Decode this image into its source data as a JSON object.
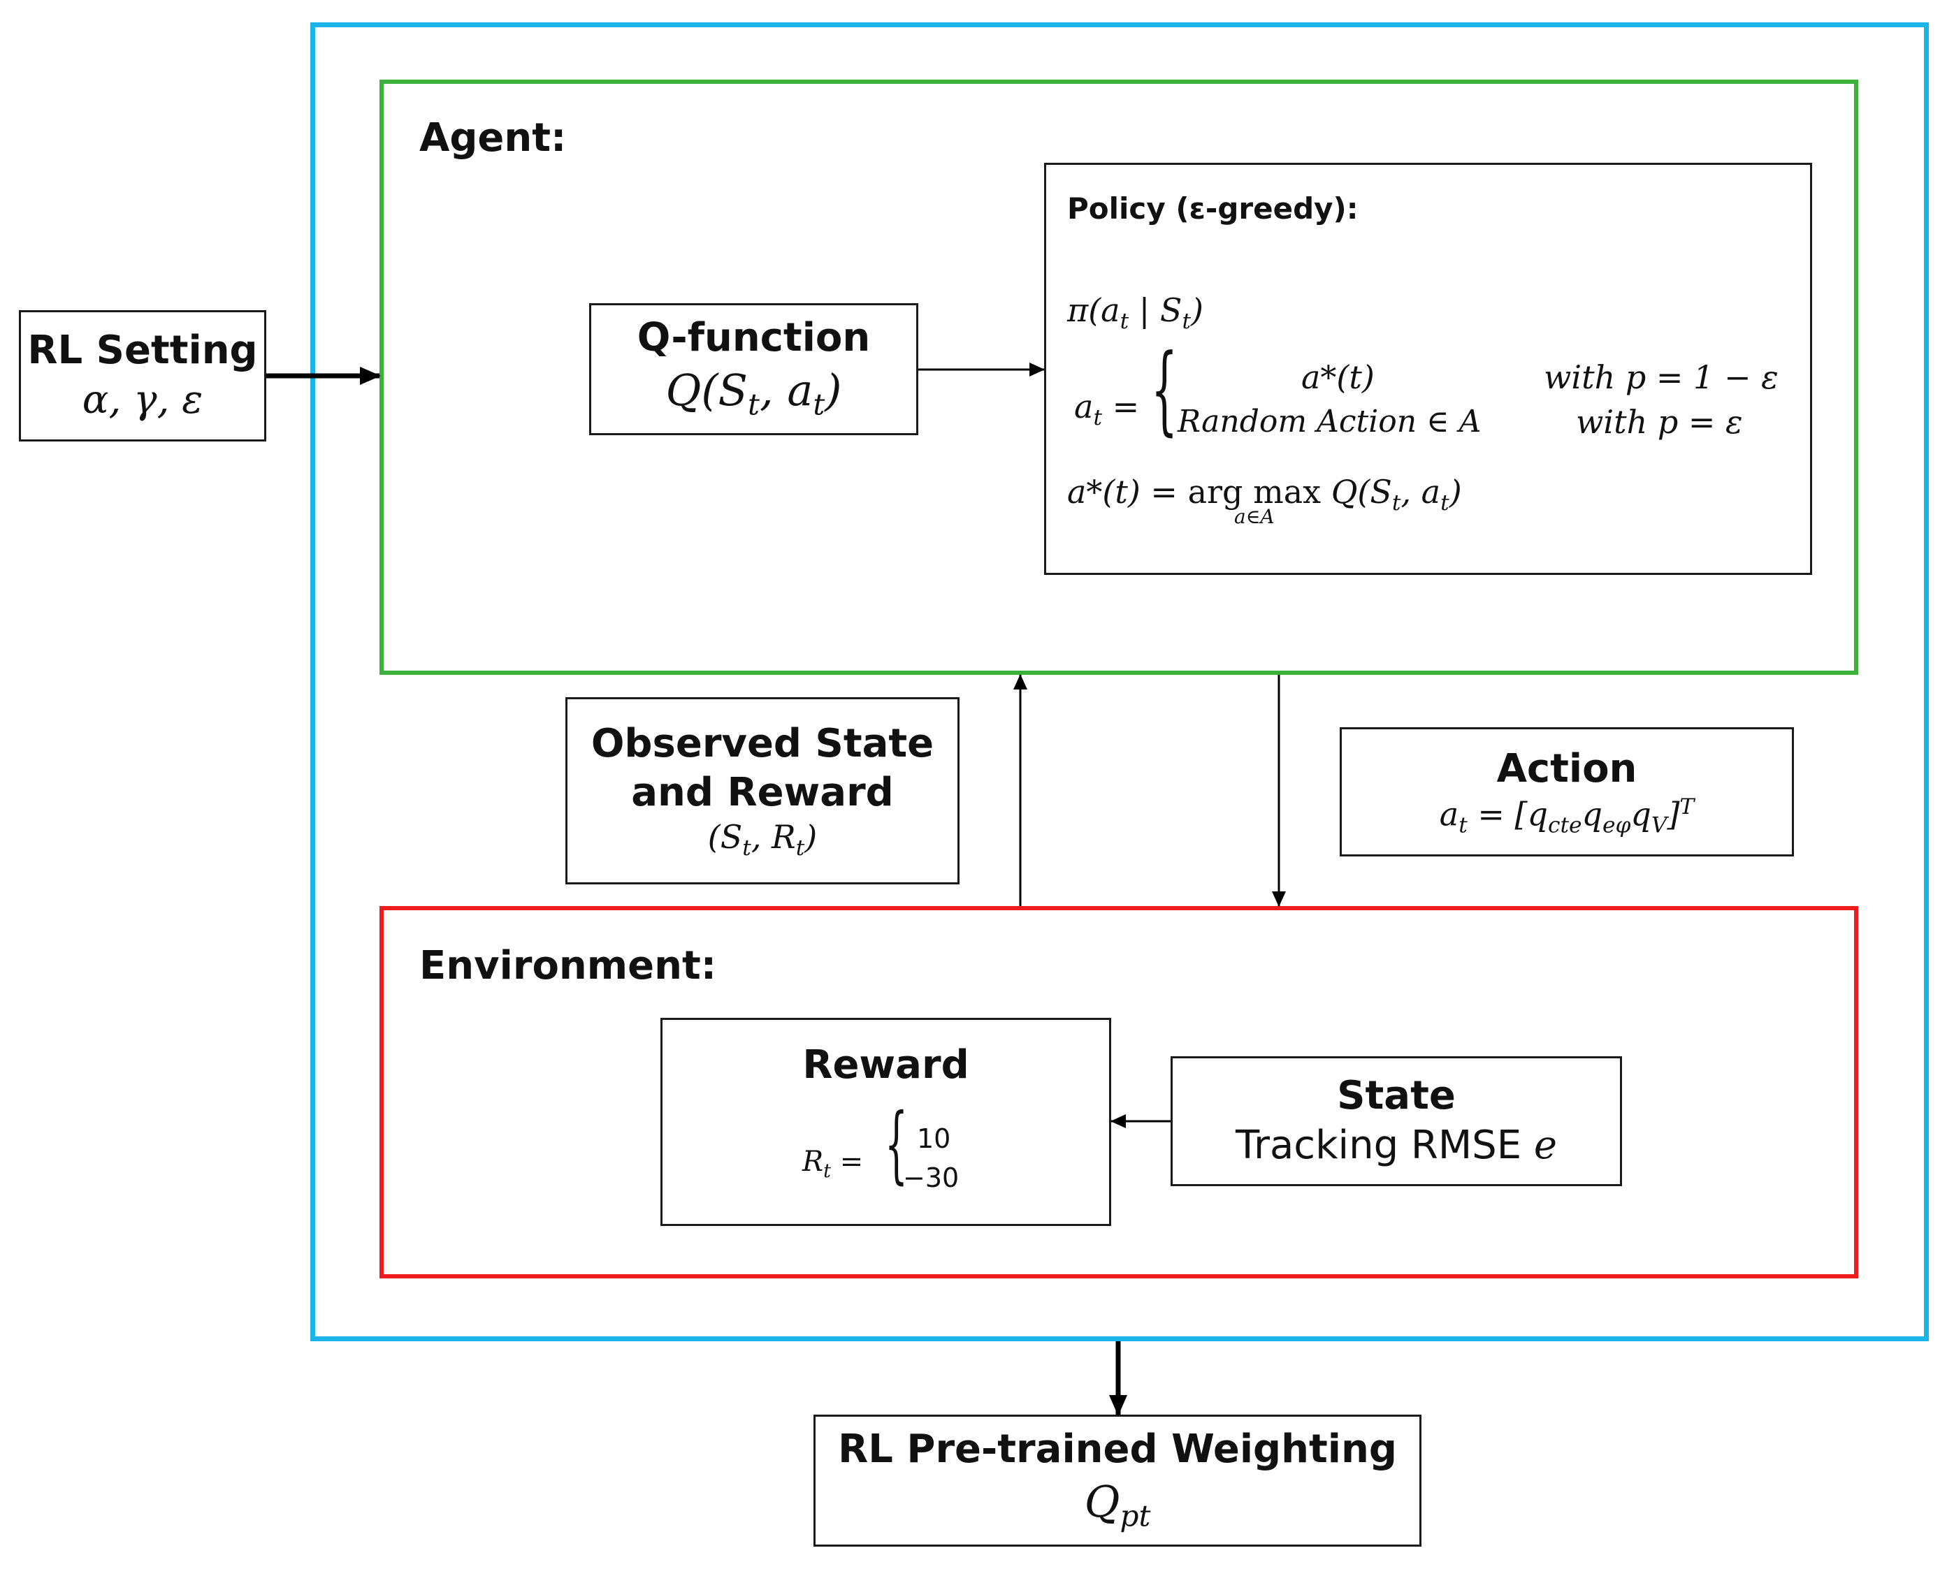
{
  "colors": {
    "outer_frame": "#1ab4e8",
    "agent_frame": "#3bb03b",
    "environment_frame": "#ee1c1c",
    "box_border": "#1a1a1a",
    "arrow": "#000000"
  },
  "rl_setting": {
    "title": "RL Setting",
    "params": "α, γ, ε"
  },
  "agent": {
    "label": "Agent:",
    "qfunction": {
      "title": "Q-function",
      "formula_prefix": "Q(S",
      "formula_sub1": "t",
      "formula_mid": ", a",
      "formula_sub2": "t",
      "formula_suffix": ")"
    },
    "policy": {
      "title": "Policy (ε-greedy):",
      "pi_line": "π(a",
      "pi_sub": "t",
      "pi_mid": " | S",
      "pi_sub2": "t",
      "pi_end": ")",
      "at_label": "a",
      "at_sub": "t",
      "at_eq": " =",
      "case1_value": "a*(t)",
      "case1_cond": "with p = 1 − ε",
      "case2_value": "Random Action ∈ A",
      "case2_cond": "with p = ε",
      "astar_lhs": "a*(t) = ",
      "argmax_word": "arg max",
      "argmax_sub": "a∈A",
      "astar_rhs_prefix": "Q(S",
      "astar_rhs_sub1": "t",
      "astar_rhs_mid": ", a",
      "astar_rhs_sub2": "t",
      "astar_rhs_end": ")"
    }
  },
  "observed": {
    "title_line1": "Observed State",
    "title_line2": "and Reward",
    "formula_prefix": "(S",
    "formula_sub1": "t",
    "formula_mid": ", R",
    "formula_sub2": "t",
    "formula_end": ")"
  },
  "action": {
    "title": "Action",
    "lhs": "a",
    "lhs_sub": "t",
    "eq": " = [q",
    "q1_sub": "cte",
    "q2": "q",
    "q2_sub": "eφ",
    "q3": "q",
    "q3_sub": "V",
    "close": "]",
    "sup": "T"
  },
  "environment": {
    "label": "Environment:",
    "reward": {
      "title": "Reward",
      "lhs": "R",
      "lhs_sub": "t",
      "eq": " =",
      "case1": "10",
      "case2": "−30"
    },
    "state": {
      "title": "State",
      "text": "Tracking RMSE ",
      "var": "e"
    }
  },
  "output": {
    "title": "RL Pre-trained Weighting",
    "formula": "Q",
    "formula_sub": "pt"
  }
}
